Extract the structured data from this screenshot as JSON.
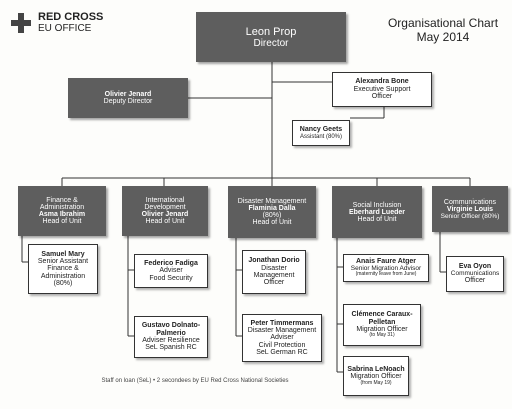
{
  "logo": {
    "line1": "RED CROSS",
    "line2": "EU OFFICE"
  },
  "chart_title": {
    "line1": "Organisational Chart",
    "line2": "May 2014"
  },
  "director": {
    "name": "Leon Prop",
    "role": "Director"
  },
  "deputy": {
    "name": "Olivier Jenard",
    "role": "Deputy Director"
  },
  "exec_support": {
    "name": "Alexandra Bone",
    "role1": "Executive Support",
    "role2": "Officer"
  },
  "assistant": {
    "name": "Nancy Geets",
    "role": "Assistant (80%)"
  },
  "units": [
    {
      "l1": "Finance &",
      "l2": "Administration",
      "name": "Asma Ibrahim",
      "role": "Head of Unit"
    },
    {
      "l1": "International",
      "l2": "Development",
      "name": "Olivier Jenard",
      "role": "Head of Unit"
    },
    {
      "l1": "Disaster Management",
      "name": "Flaminia Dalla",
      "l3": "(80%)",
      "role": "Head of Unit"
    },
    {
      "l1": "Social Inclusion",
      "name": "Eberhard Lueder",
      "role": "Head of Unit"
    },
    {
      "l1": "Communications",
      "name": "Virginie Louis",
      "role": "Senior Officer (80%)"
    }
  ],
  "staff": {
    "samuel": {
      "name": "Samuel Mary",
      "l1": "Senior Assistant",
      "l2": "Finance &",
      "l3": "Administration",
      "l4": "(80%)"
    },
    "federico": {
      "name": "Federico Fadiga",
      "l1": "Adviser",
      "l2": "Food Security"
    },
    "gustavo": {
      "name": "Gustavo Dolnato-",
      "name2": "Palmerio",
      "l1": "Adviser Resilience",
      "l2": "SeL Spanish RC"
    },
    "jonathan": {
      "name": "Jonathan Dorio",
      "l1": "Disaster",
      "l2": "Management",
      "l3": "Officer"
    },
    "peter": {
      "name": "Peter Timmermans",
      "l1": "Disaster Management",
      "l2": "Adviser",
      "l3": "Civil Protection",
      "l4": "SeL German RC"
    },
    "anais": {
      "name": "Anais Faure Atger",
      "l1": "Senior Migration Advisor",
      "l2": "(maternity leave from June)"
    },
    "clemence": {
      "name": "Clémence Caraux-",
      "name2": "Pelletan",
      "l1": "Migration Officer",
      "l2": "(to May 31)"
    },
    "sabrina": {
      "name": "Sabrina LeNoach",
      "l1": "Migration Officer",
      "l2": "(from May 19)"
    },
    "eva": {
      "name": "Eva Oyon",
      "l1": "Communications",
      "l2": "Officer"
    }
  },
  "footnote": "Staff on loan (SeL) • 2 secondees by EU Red Cross National Societies",
  "colors": {
    "dark_box": "#5e5e5e",
    "line": "#333333"
  }
}
